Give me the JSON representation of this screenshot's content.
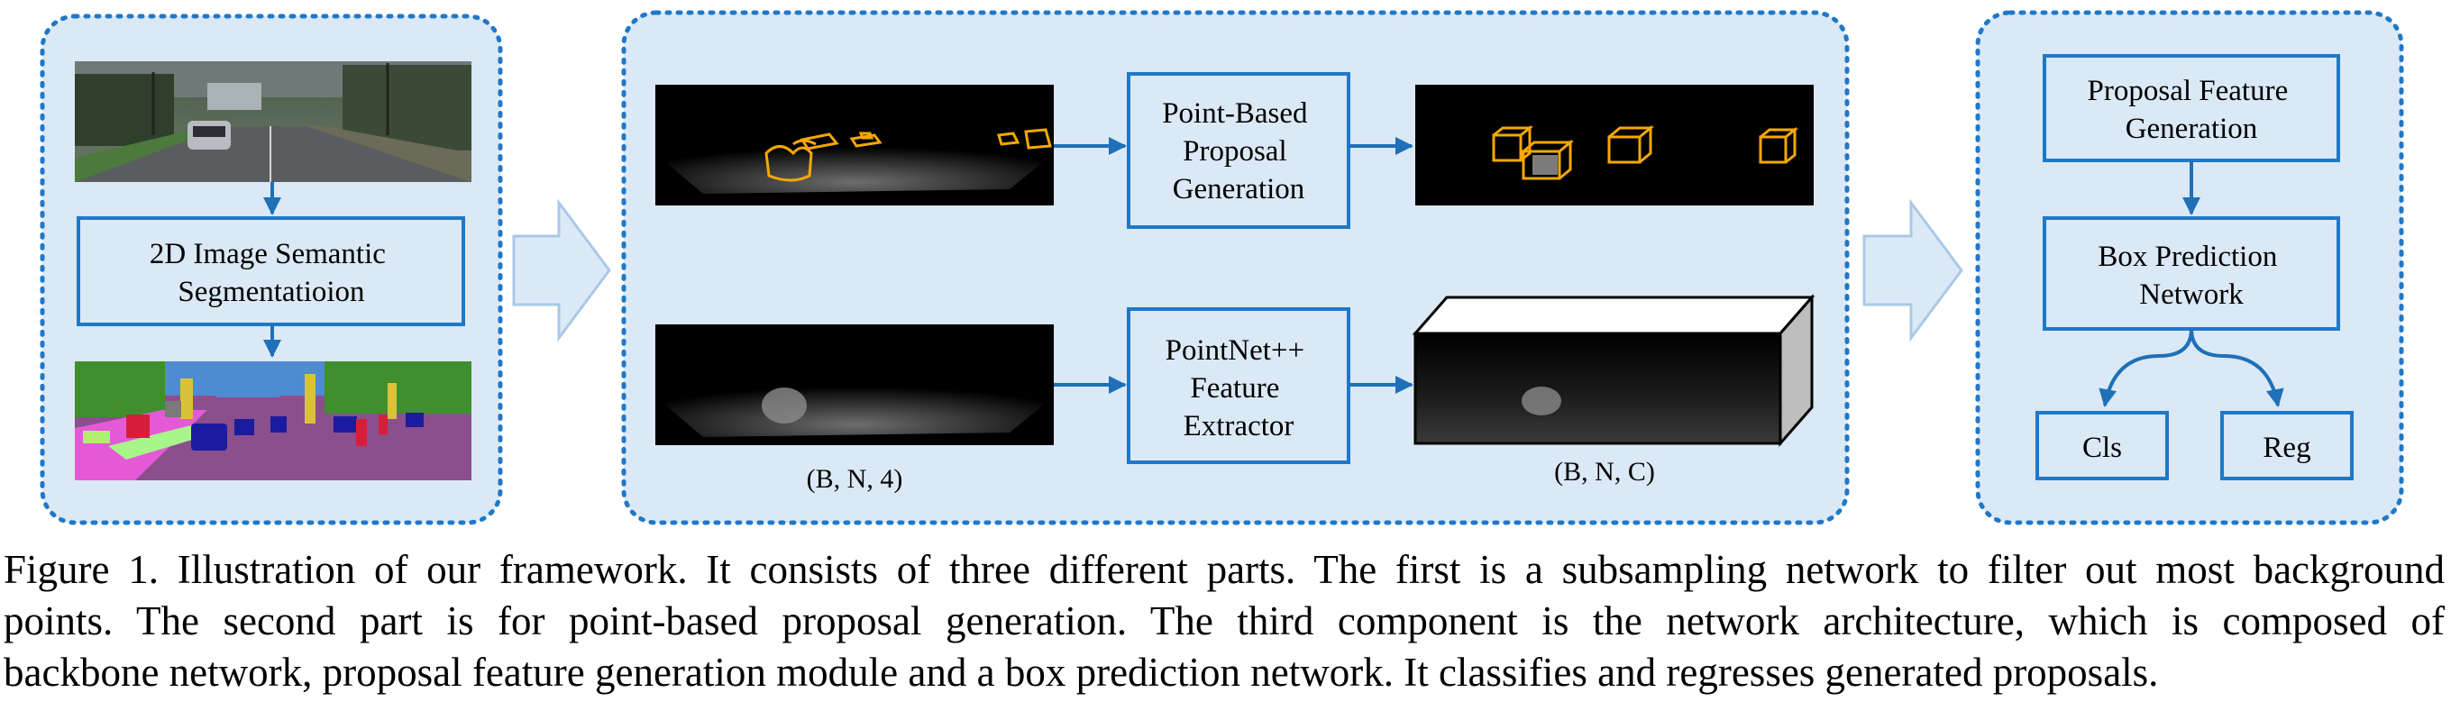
{
  "colors": {
    "panel_fill": "#dbe8f5",
    "panel_border": "#1f78c8",
    "box_fill": "#dbe8f5",
    "box_border": "#1f78c8",
    "arrow": "#1f70b8",
    "big_arrow_fill": "#dceaf7",
    "big_arrow_border": "#a9c9e6",
    "proposal_box": "#f5a800"
  },
  "icons": {
    "street_photo": "street-scene-photo",
    "segmentation_map": "semantic-segmentation-map",
    "point_cloud": "lidar-point-cloud"
  },
  "left_panel": {
    "box_label_lines": [
      "2D Image Semantic",
      "Segmentatioion"
    ]
  },
  "middle_panel": {
    "proposal_box_lines": [
      "Point-Based",
      "Proposal",
      "Generation"
    ],
    "feature_box_lines": [
      "PointNet++",
      "Feature",
      "Extractor"
    ],
    "input_shape_label": "(B, N, 4)",
    "output_shape_label": "(B, N, C)"
  },
  "right_panel": {
    "feature_gen_lines": [
      "Proposal Feature",
      "Generation"
    ],
    "box_pred_lines": [
      "Box Prediction",
      "Network"
    ],
    "cls_label": "Cls",
    "reg_label": "Reg"
  },
  "caption": {
    "line1": "Figure 1. Illustration of our framework. It consists of three different parts. The first is a subsampling network to filter out most background",
    "line2": "points. The second part is for point-based proposal generation. The third component is the network architecture, which is composed of",
    "line3": "backbone network, proposal feature generation module and a box prediction network. It classifies and regresses generated proposals."
  }
}
